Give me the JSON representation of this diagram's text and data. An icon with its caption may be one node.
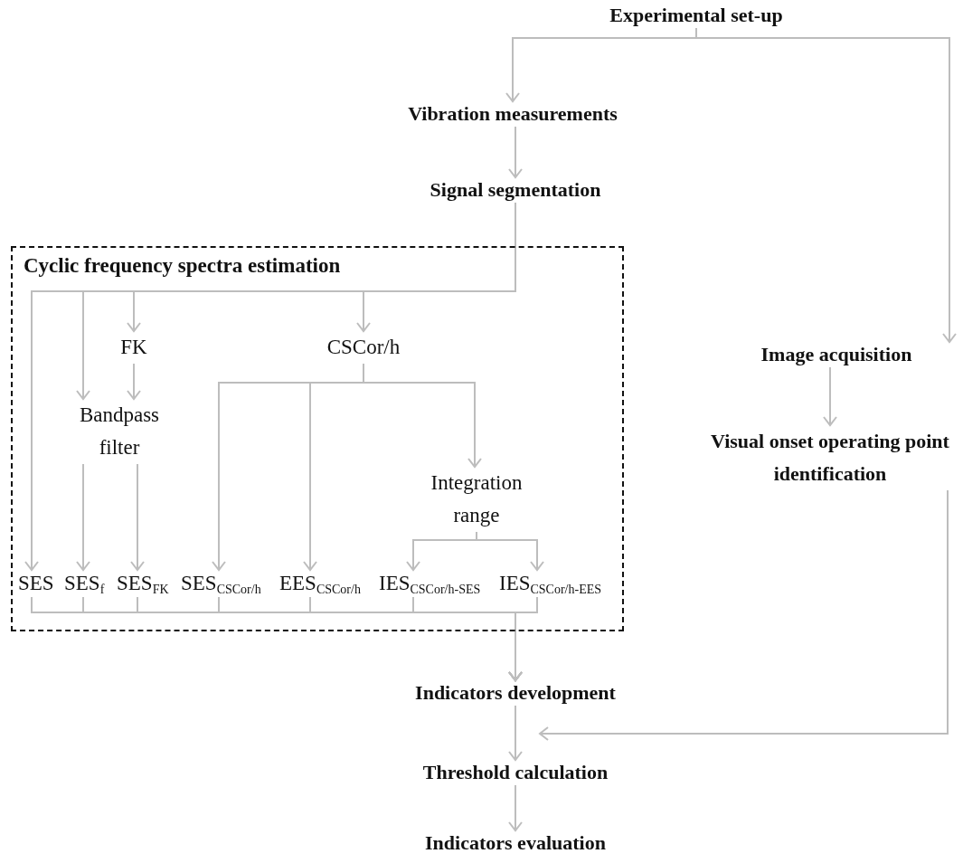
{
  "diagram": {
    "nodes": [
      {
        "text": [
          "Experimental set-up"
        ]
      },
      {
        "text": [
          "Vibration measurements"
        ]
      },
      {
        "text": [
          "Signal segmentation"
        ]
      },
      {
        "text": [
          "Cyclic frequency spectra estimation"
        ]
      },
      {
        "text": [
          "FK"
        ],
        "in": 3
      },
      {
        "text": [
          "CSCor/h"
        ],
        "in": 3
      },
      {
        "text": [
          "Bandpass filter"
        ],
        "in": 3
      },
      {
        "text": [
          "Integration range"
        ],
        "in": 3
      },
      {
        "text": [
          "SES"
        ],
        "in": 3
      },
      {
        "text": [
          "SES$_{f}$"
        ],
        "in": 3
      },
      {
        "text": [
          "SES$_{FK}$"
        ],
        "in": 3
      },
      {
        "text": [
          "SES$_{CSCor/h}$"
        ],
        "in": 3
      },
      {
        "text": [
          "EES$_{CSCor/h}$"
        ],
        "in": 3
      },
      {
        "text": [
          "IES$_{CSCor/h-SES}$"
        ],
        "in": 3
      },
      {
        "text": [
          "IES$_{CSCor/h-EES}$"
        ],
        "in": 3
      },
      {
        "text": [
          "Image acquisition"
        ]
      },
      {
        "text": [
          "Visual onset operating point identification"
        ]
      },
      {
        "text": [
          "Indicators development"
        ]
      },
      {
        "text": [
          "Threshold calculation"
        ]
      },
      {
        "text": [
          "Indicators evaluation"
        ]
      }
    ],
    "edges": [
      {
        "from": 0,
        "to": 1,
        "arrow": "to"
      },
      {
        "from": 0,
        "to": 15,
        "arrow": "to"
      },
      {
        "from": 1,
        "to": 2,
        "arrow": "to"
      },
      {
        "from": 2,
        "to": 8,
        "arrow": "to"
      },
      {
        "from": 2,
        "to": 6,
        "arrow": "to"
      },
      {
        "from": 2,
        "to": 4,
        "arrow": "to"
      },
      {
        "from": 2,
        "to": 5,
        "arrow": "to"
      },
      {
        "from": 4,
        "to": 6,
        "arrow": "to"
      },
      {
        "from": 6,
        "to": 9,
        "arrow": "to"
      },
      {
        "from": 6,
        "to": 10,
        "arrow": "to"
      },
      {
        "from": 5,
        "to": 11,
        "arrow": "to"
      },
      {
        "from": 5,
        "to": 12,
        "arrow": "to"
      },
      {
        "from": 5,
        "to": 7,
        "arrow": "to"
      },
      {
        "from": 7,
        "to": 13,
        "arrow": "to"
      },
      {
        "from": 7,
        "to": 14,
        "arrow": "to"
      },
      {
        "from": 8,
        "to": 17,
        "arrow": "to"
      },
      {
        "from": 9,
        "to": 17,
        "arrow": "to"
      },
      {
        "from": 10,
        "to": 17,
        "arrow": "to"
      },
      {
        "from": 11,
        "to": 17,
        "arrow": "to"
      },
      {
        "from": 12,
        "to": 17,
        "arrow": "to"
      },
      {
        "from": 13,
        "to": 17,
        "arrow": "to"
      },
      {
        "from": 14,
        "to": 17,
        "arrow": "to"
      },
      {
        "from": 15,
        "to": 16,
        "arrow": "to"
      },
      {
        "from": 16,
        "to": 18,
        "arrow": "to"
      },
      {
        "from": 17,
        "to": 18,
        "arrow": "to"
      },
      {
        "from": 18,
        "to": 19,
        "arrow": "to"
      }
    ]
  }
}
